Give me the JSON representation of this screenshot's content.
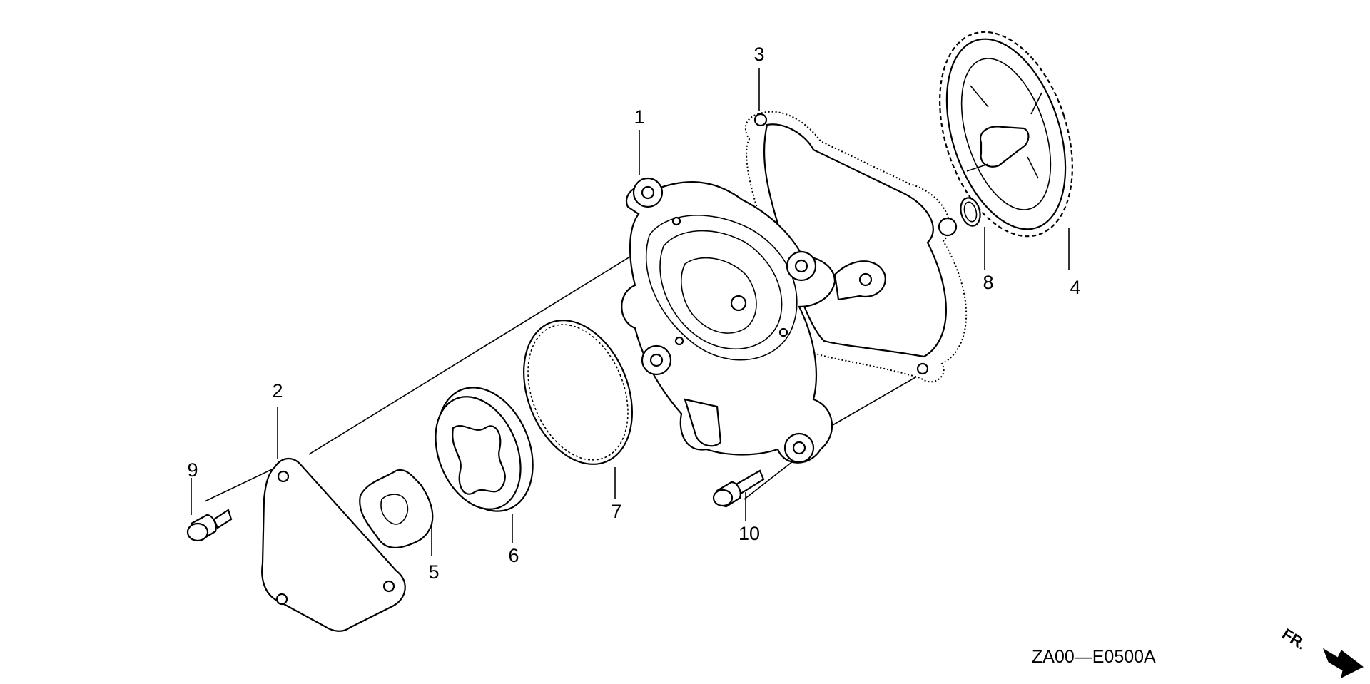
{
  "callouts": {
    "c1": "1",
    "c2": "2",
    "c3": "3",
    "c4": "4",
    "c5": "5",
    "c6": "6",
    "c7": "7",
    "c8": "8",
    "c9": "9",
    "c10": "10"
  },
  "diagram_code": "ZA00—E0500A",
  "direction_label": "FR."
}
